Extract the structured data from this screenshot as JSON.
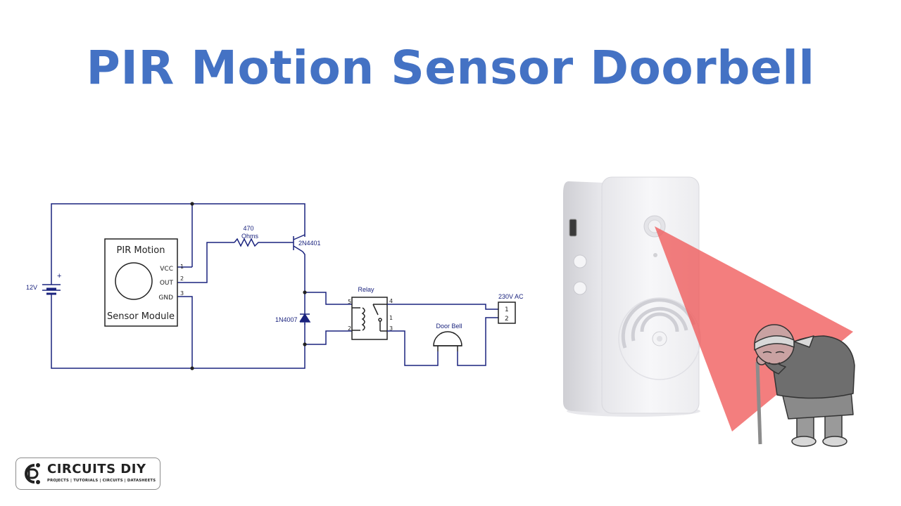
{
  "title": "PIR Motion Sensor Doorbell",
  "schematic": {
    "module_title": "PIR Motion",
    "module_subtitle": "Sensor Module",
    "pins": [
      {
        "label": "VCC",
        "number": "1"
      },
      {
        "label": "OUT",
        "number": "2"
      },
      {
        "label": "GND",
        "number": "3"
      }
    ],
    "battery_label": "12V",
    "battery_polarity": "+",
    "resistor_value": "470",
    "resistor_unit": "Ohms",
    "transistor_label": "2N4401",
    "diode_label": "1N4007",
    "relay_label": "Relay",
    "relay_pins": [
      "5",
      "4",
      "1",
      "2",
      "3"
    ],
    "bell_label": "Door Bell",
    "supply_label": "230V AC",
    "supply_pins": [
      "1",
      "2"
    ]
  },
  "logo": {
    "name": "CIRCUITS DIY",
    "tagline": "PROJECTS | TUTORIALS | CIRCUITS | DATASHEETS"
  },
  "colors": {
    "title": "#4472c4",
    "wire": "#1a237e",
    "sensor_cone": "#f05a5a"
  }
}
